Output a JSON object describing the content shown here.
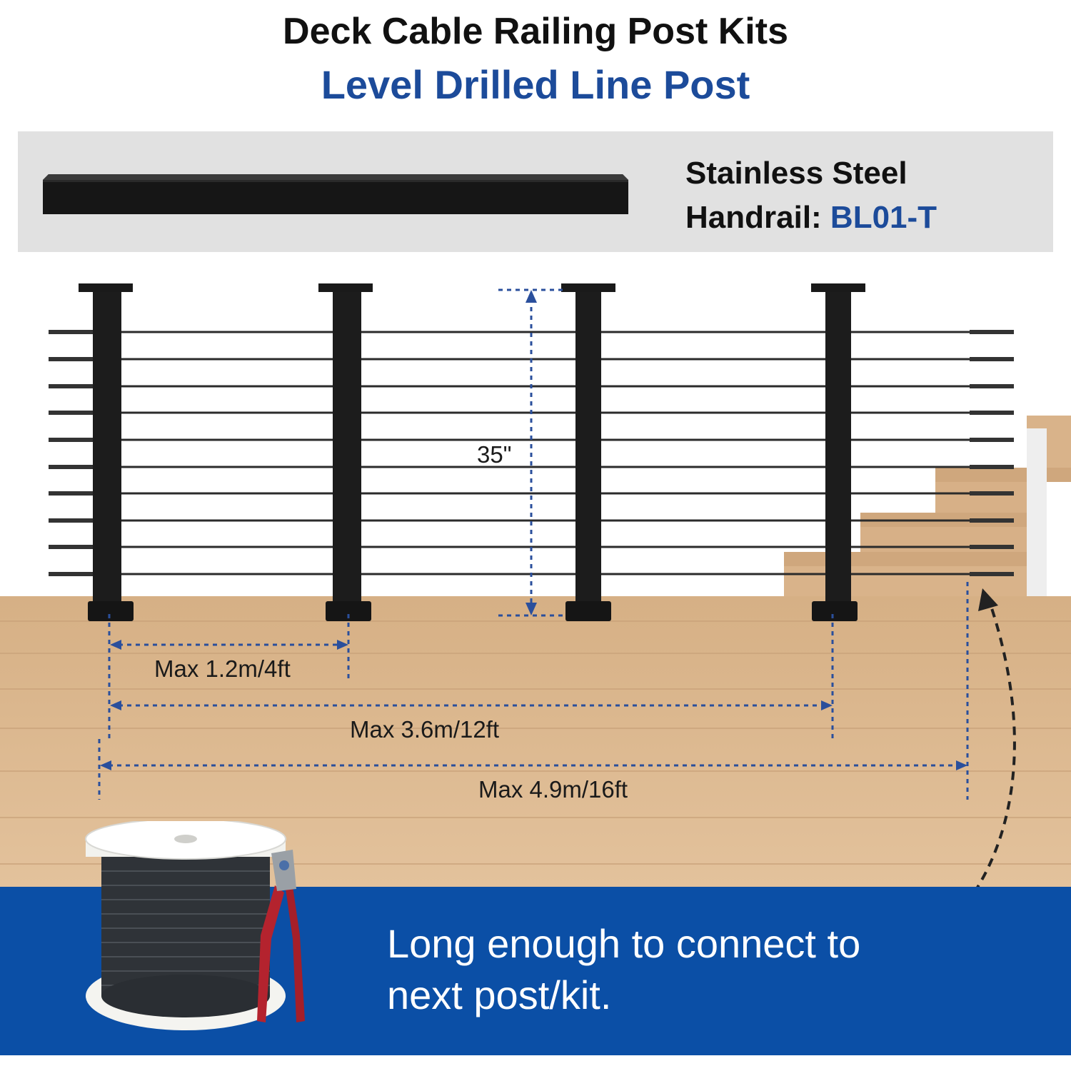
{
  "header": {
    "title": "Deck Cable Railing Post Kits",
    "subtitle": "Level Drilled Line Post"
  },
  "handrail": {
    "line1": "Stainless Steel",
    "line2_prefix": "Handrail: ",
    "model": "BL01-T"
  },
  "dimensions": {
    "height": "35\"",
    "span_short": "Max 1.2m/4ft",
    "span_medium": "Max 3.6m/12ft",
    "span_long": "Max 4.9m/16ft"
  },
  "banner": {
    "line1": "Long enough to connect to",
    "line2": "next post/kit."
  },
  "colors": {
    "title_blue": "#1c4b9a",
    "banner_blue": "#0b4fa6",
    "dimension_blue": "#2a4f9c",
    "wood": "#d9b48a",
    "post_black": "#1a1a1a"
  },
  "icons": {
    "spool": "cable-spool-icon",
    "cutter": "cable-cutter-icon",
    "arrow": "curved-arrow-icon"
  }
}
